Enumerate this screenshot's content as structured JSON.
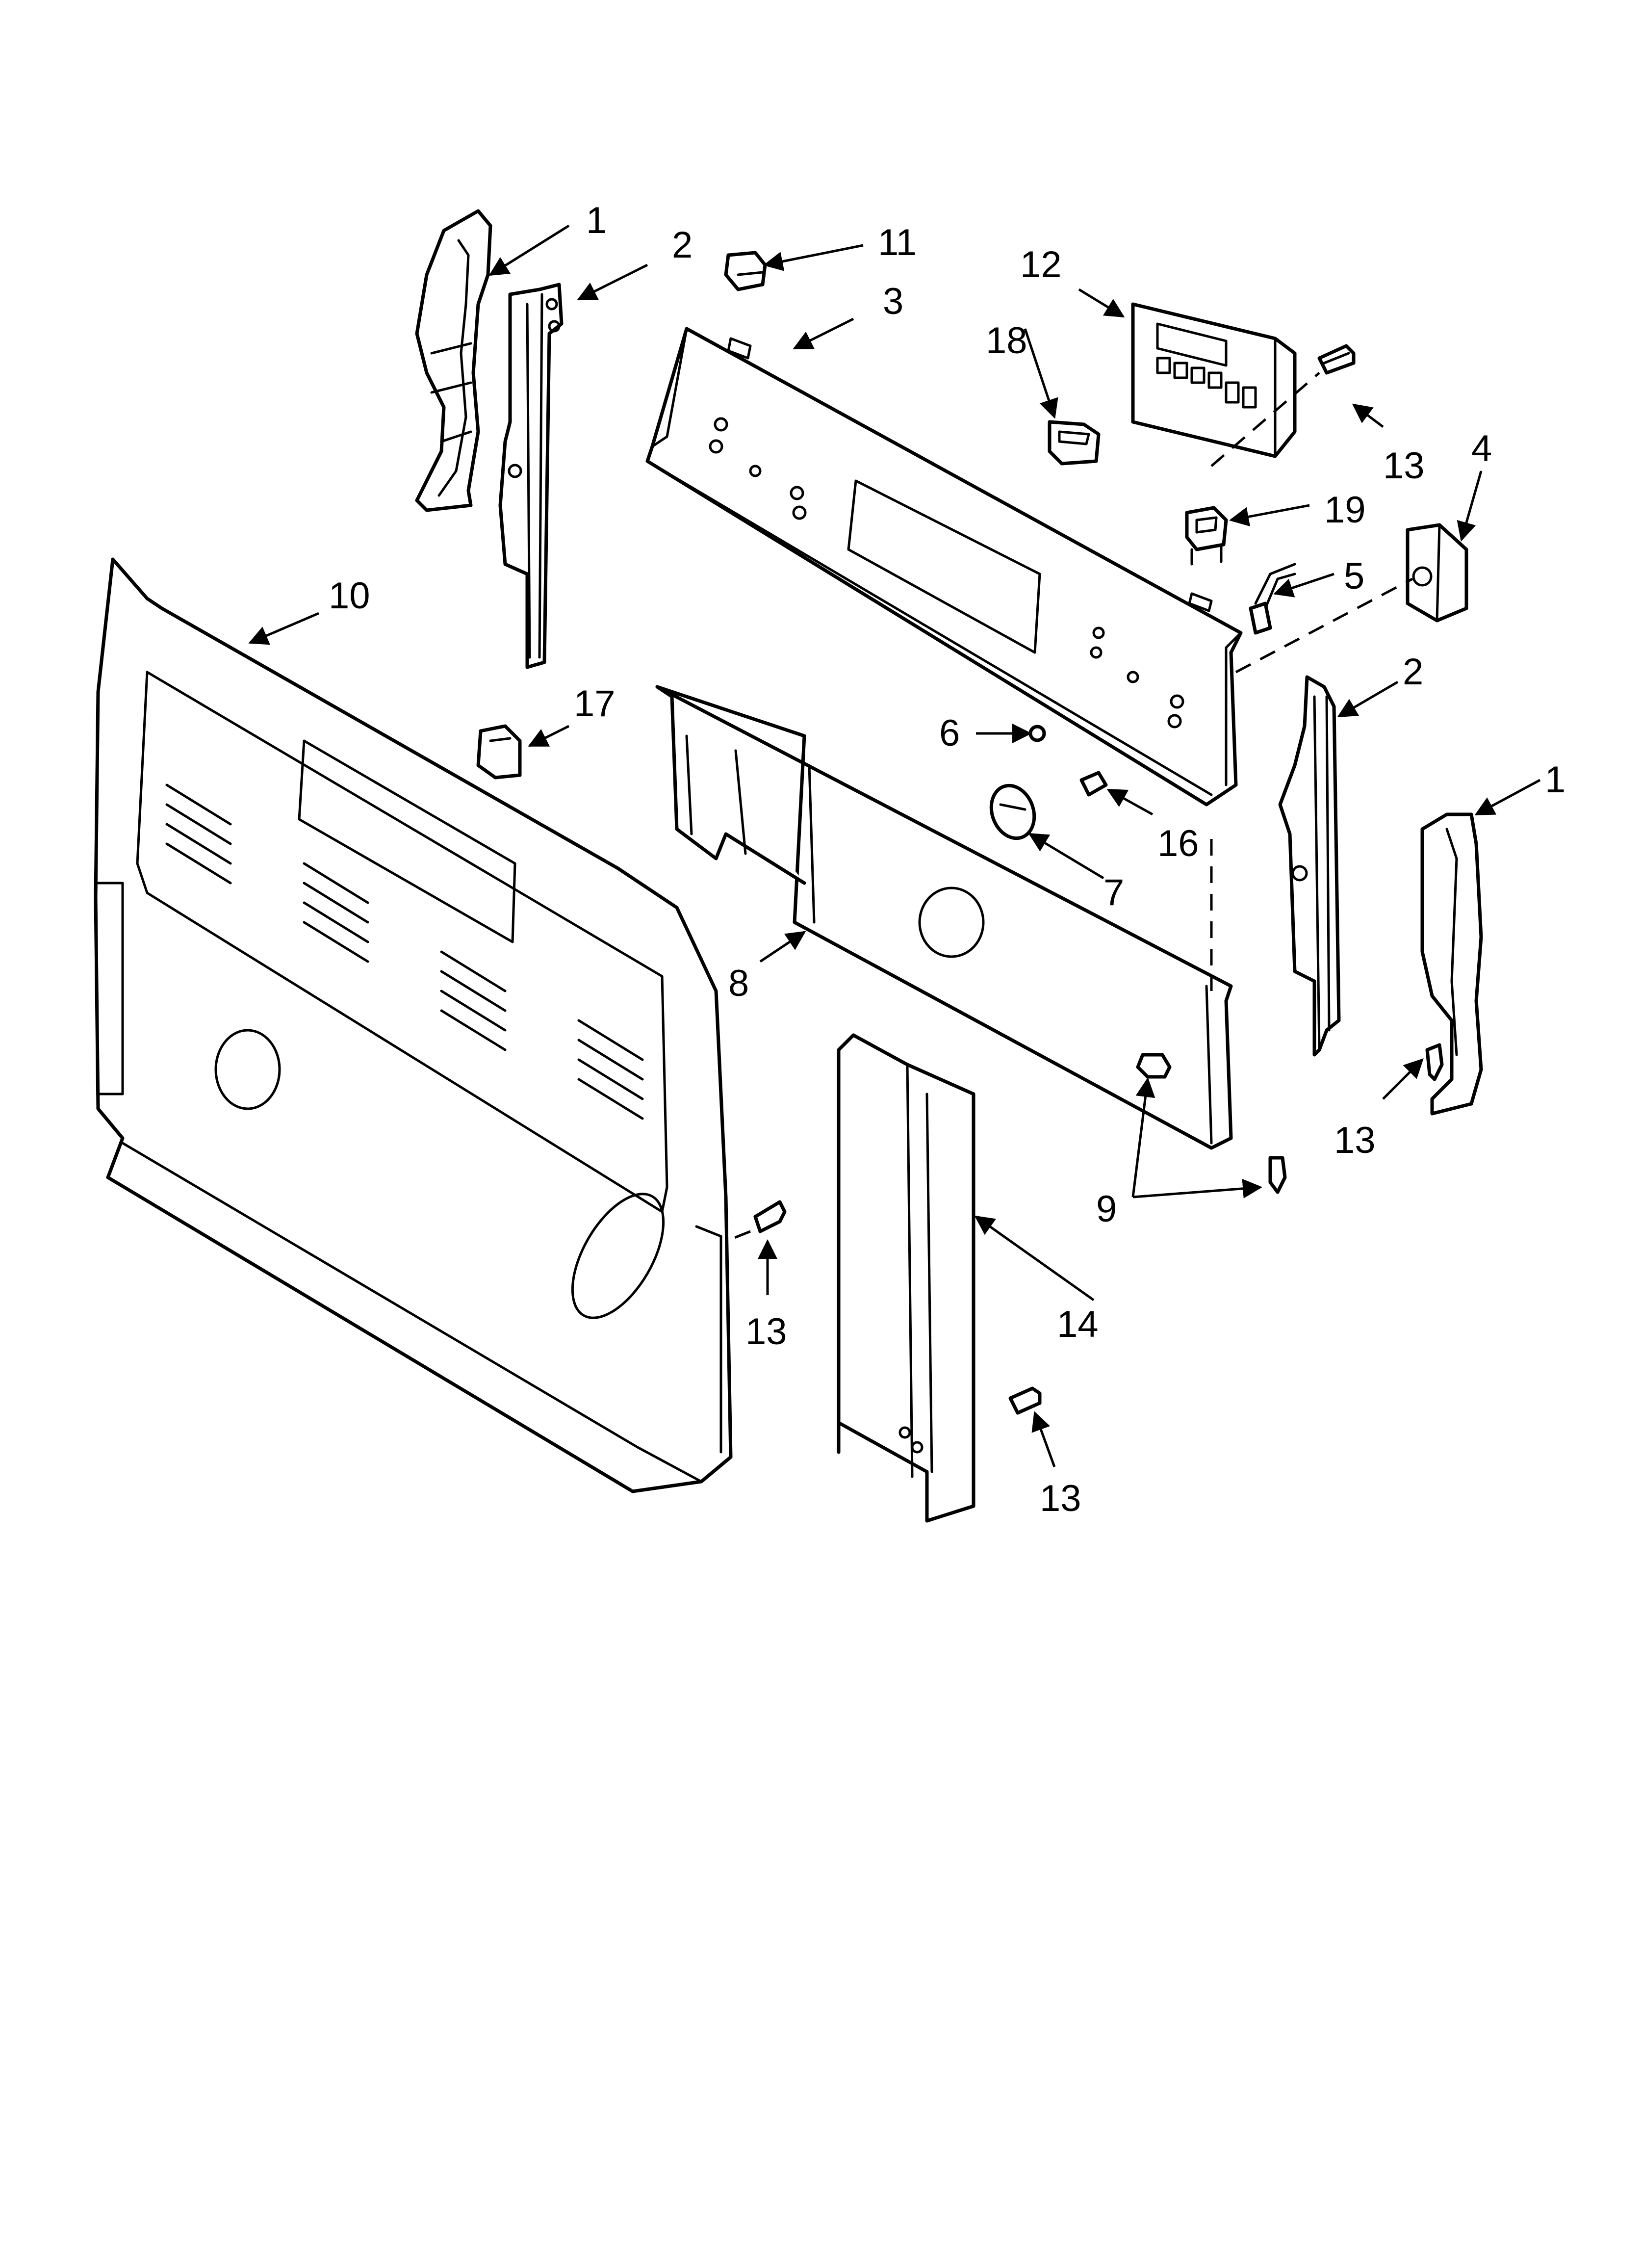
{
  "callouts": {
    "c1_top": "1",
    "c2_top": "2",
    "c11": "11",
    "c3": "3",
    "c12": "12",
    "c18": "18",
    "c13_ctrl": "13",
    "c4": "4",
    "c19": "19",
    "c5": "5",
    "c10": "10",
    "c17": "17",
    "c6": "6",
    "c16": "16",
    "c7": "7",
    "c2_right": "2",
    "c1_right": "1",
    "c8": "8",
    "c13_endcap": "13",
    "c9": "9",
    "c13_back": "13",
    "c14": "14",
    "c13_shield": "13"
  },
  "colors": {
    "line": "#000000",
    "background": "#ffffff"
  }
}
